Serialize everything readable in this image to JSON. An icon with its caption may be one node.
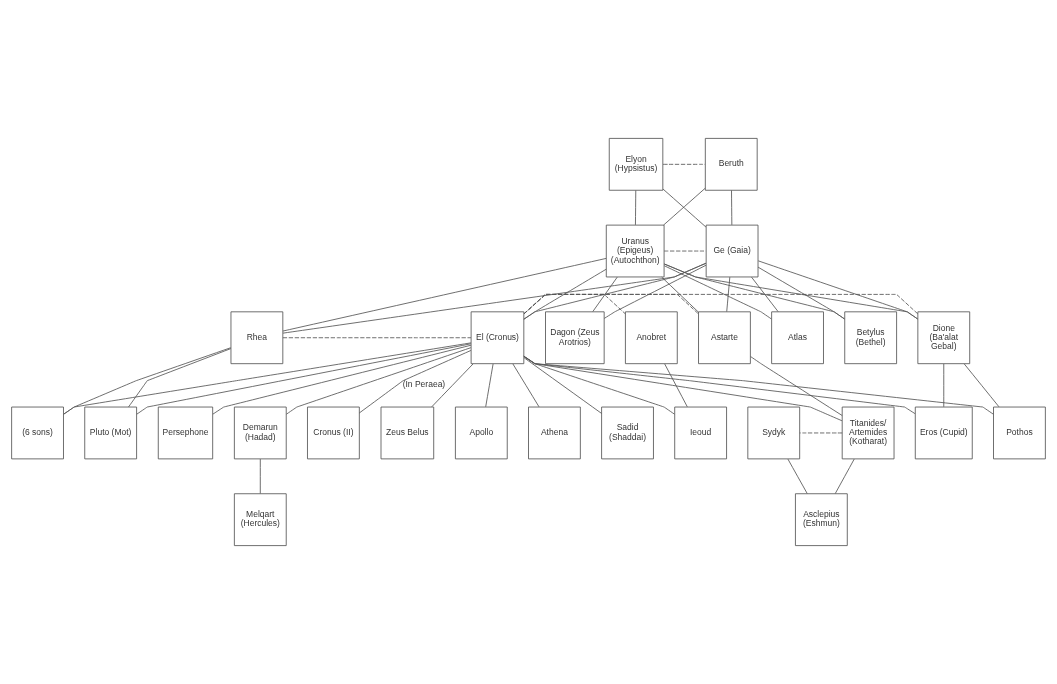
{
  "diagram": {
    "nodes": [
      {
        "text": [
          "Elyon (Hypsistus)"
        ]
      },
      {
        "text": [
          "Beruth"
        ]
      },
      {
        "text": [
          "Uranus (Epigeus) (Autochthon)"
        ]
      },
      {
        "text": [
          "Ge (Gaia)"
        ]
      },
      {
        "text": [
          "Dione (Ba'alat Gebal)"
        ]
      },
      {
        "text": [
          "Rhea"
        ]
      },
      {
        "text": [
          "El (Cronus)"
        ]
      },
      {
        "text": [
          "Astarte"
        ]
      },
      {
        "text": [
          "Betylus (Bethel)"
        ]
      },
      {
        "text": [
          "Dagon (Zeus Arotrios)"
        ]
      },
      {
        "text": [
          "Atlas"
        ]
      },
      {
        "text": [
          "Pothos"
        ]
      },
      {
        "text": [
          "Eros (Cupid)"
        ]
      },
      {
        "text": [
          "Anobret"
        ]
      },
      {
        "text": [
          "Titanides/ Artemides (Kotharat)"
        ]
      },
      {
        "text": [
          "Sydyk"
        ]
      },
      {
        "text": [
          "Pluto (Mot)"
        ]
      },
      {
        "text": [
          "(6 sons)"
        ]
      },
      {
        "text": [
          "Ieoud"
        ]
      },
      {
        "text": [
          "Asclepius (Eshmun)"
        ]
      },
      {
        "text": [
          "Athena"
        ]
      },
      {
        "text": [
          "Sadid (Shaddai)"
        ]
      },
      {
        "text": [
          "Persephone"
        ]
      },
      {
        "text": [
          "Demarun (Hadad)"
        ]
      },
      {
        "text": [
          "Melqart (Hercules)"
        ]
      },
      {
        "text": [
          "Cronus (II)"
        ]
      },
      {
        "text": [
          "Zeus Belus"
        ]
      },
      {
        "text": [
          "Apollo"
        ]
      }
    ],
    "edges": [
      {
        "from": 0,
        "to": 1,
        "arrow": "none",
        "style": "dashed"
      },
      {
        "from": 0,
        "to": 2,
        "arrow": "none"
      },
      {
        "from": 1,
        "to": 2,
        "arrow": "none"
      },
      {
        "from": 0,
        "to": 3,
        "arrow": "none"
      },
      {
        "from": 1,
        "to": 3,
        "arrow": "none"
      },
      {
        "from": 2,
        "to": 3,
        "arrow": "none",
        "style": "dashed"
      },
      {
        "from": 2,
        "to": 4,
        "arrow": "none"
      },
      {
        "from": 3,
        "to": 4,
        "arrow": "none"
      },
      {
        "from": 2,
        "to": 5,
        "arrow": "none"
      },
      {
        "from": 3,
        "to": 5,
        "arrow": "none"
      },
      {
        "from": 2,
        "to": 6,
        "arrow": "none"
      },
      {
        "from": 3,
        "to": 6,
        "arrow": "none"
      },
      {
        "from": 2,
        "to": 7,
        "arrow": "none"
      },
      {
        "from": 3,
        "to": 7,
        "arrow": "none"
      },
      {
        "from": 2,
        "to": 8,
        "arrow": "none"
      },
      {
        "from": 3,
        "to": 8,
        "arrow": "none"
      },
      {
        "from": 2,
        "to": 9,
        "arrow": "none"
      },
      {
        "from": 3,
        "to": 9,
        "arrow": "none"
      },
      {
        "from": 2,
        "to": 10,
        "arrow": "none"
      },
      {
        "from": 3,
        "to": 10,
        "arrow": "none"
      },
      {
        "from": 4,
        "to": 6,
        "arrow": "none",
        "style": "dashed"
      },
      {
        "from": 5,
        "to": 6,
        "arrow": "none",
        "style": "dashed"
      },
      {
        "from": 6,
        "to": 7,
        "arrow": "none",
        "style": "dashed"
      },
      {
        "from": 4,
        "to": 11,
        "arrow": "none"
      },
      {
        "from": 6,
        "to": 11,
        "arrow": "none"
      },
      {
        "from": 4,
        "to": 12,
        "arrow": "none"
      },
      {
        "from": 6,
        "to": 12,
        "arrow": "none"
      },
      {
        "from": 6,
        "to": 13,
        "arrow": "none",
        "style": "dashed"
      },
      {
        "from": 6,
        "to": 14,
        "arrow": "none"
      },
      {
        "from": 7,
        "to": 14,
        "arrow": "none"
      },
      {
        "from": 14,
        "to": 15,
        "arrow": "none",
        "style": "dashed"
      },
      {
        "from": 5,
        "to": 16,
        "arrow": "none"
      },
      {
        "from": 6,
        "to": 16,
        "arrow": "none"
      },
      {
        "from": 5,
        "to": 17,
        "arrow": "none"
      },
      {
        "from": 6,
        "to": 17,
        "arrow": "none"
      },
      {
        "from": 6,
        "to": 18,
        "arrow": "none"
      },
      {
        "from": 13,
        "to": 18,
        "arrow": "none"
      },
      {
        "from": 14,
        "to": 19,
        "arrow": "none"
      },
      {
        "from": 15,
        "to": 19,
        "arrow": "none"
      },
      {
        "from": 6,
        "to": 20,
        "arrow": "none"
      },
      {
        "from": 6,
        "to": 21,
        "arrow": "none"
      },
      {
        "from": 6,
        "to": 22,
        "arrow": "none"
      },
      {
        "from": 6,
        "to": 23,
        "arrow": "none"
      },
      {
        "from": 23,
        "to": 24,
        "arrow": "none"
      },
      {
        "from": 6,
        "to": 25,
        "arrow": "none",
        "label": "(In Peraea)"
      },
      {
        "from": 6,
        "to": 26,
        "arrow": "none"
      },
      {
        "from": 6,
        "to": 27,
        "arrow": "none"
      }
    ]
  }
}
